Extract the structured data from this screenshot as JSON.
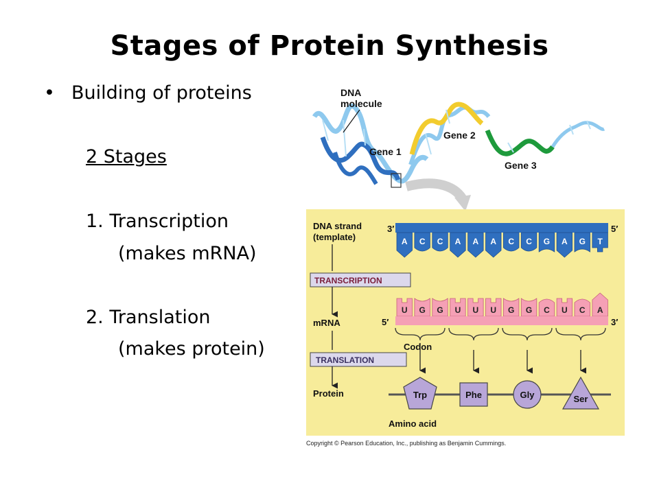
{
  "slide": {
    "title": "Stages of Protein Synthesis",
    "bullet": "Building of proteins",
    "stages_heading": "2 Stages",
    "stage1": "1.  Transcription",
    "stage1_note": "(makes mRNA)",
    "stage2": "2.  Translation",
    "stage2_note": "(makes protein)"
  },
  "figure": {
    "dna_label_1": "DNA",
    "dna_label_2": "molecule",
    "gene1": "Gene 1",
    "gene2": "Gene 2",
    "gene3": "Gene 3",
    "strand_label_1": "DNA strand",
    "strand_label_2": "(template)",
    "three_prime_top": "3′",
    "five_prime_top": "5′",
    "dna_bases": [
      "A",
      "C",
      "C",
      "A",
      "A",
      "A",
      "C",
      "C",
      "G",
      "A",
      "G",
      "T"
    ],
    "transcription": "TRANSCRIPTION",
    "mrna_bases": [
      "U",
      "G",
      "G",
      "U",
      "U",
      "U",
      "G",
      "G",
      "C",
      "U",
      "C",
      "A"
    ],
    "mrna_label": "mRNA",
    "five_prime_mrna": "5′",
    "three_prime_mrna": "3′",
    "codon_label": "Codon",
    "translation": "TRANSLATION",
    "protein_label": "Protein",
    "amino_acids": [
      "Trp",
      "Phe",
      "Gly",
      "Ser"
    ],
    "amino_acid_label": "Amino acid",
    "copyright": "Copyright © Pearson Education, Inc., publishing as Benjamin Cummings."
  },
  "colors": {
    "panel_bg": "#f7ec9a",
    "dna_blue": "#2f6fbf",
    "dna_light": "#8ec9ee",
    "mrna_pink": "#f5a0b5",
    "label_bar": "#dcd8ec",
    "amino_purple": "#b8a6d8",
    "gene2_yellow": "#f2cc2e",
    "gene3_green": "#1e9a3c"
  }
}
